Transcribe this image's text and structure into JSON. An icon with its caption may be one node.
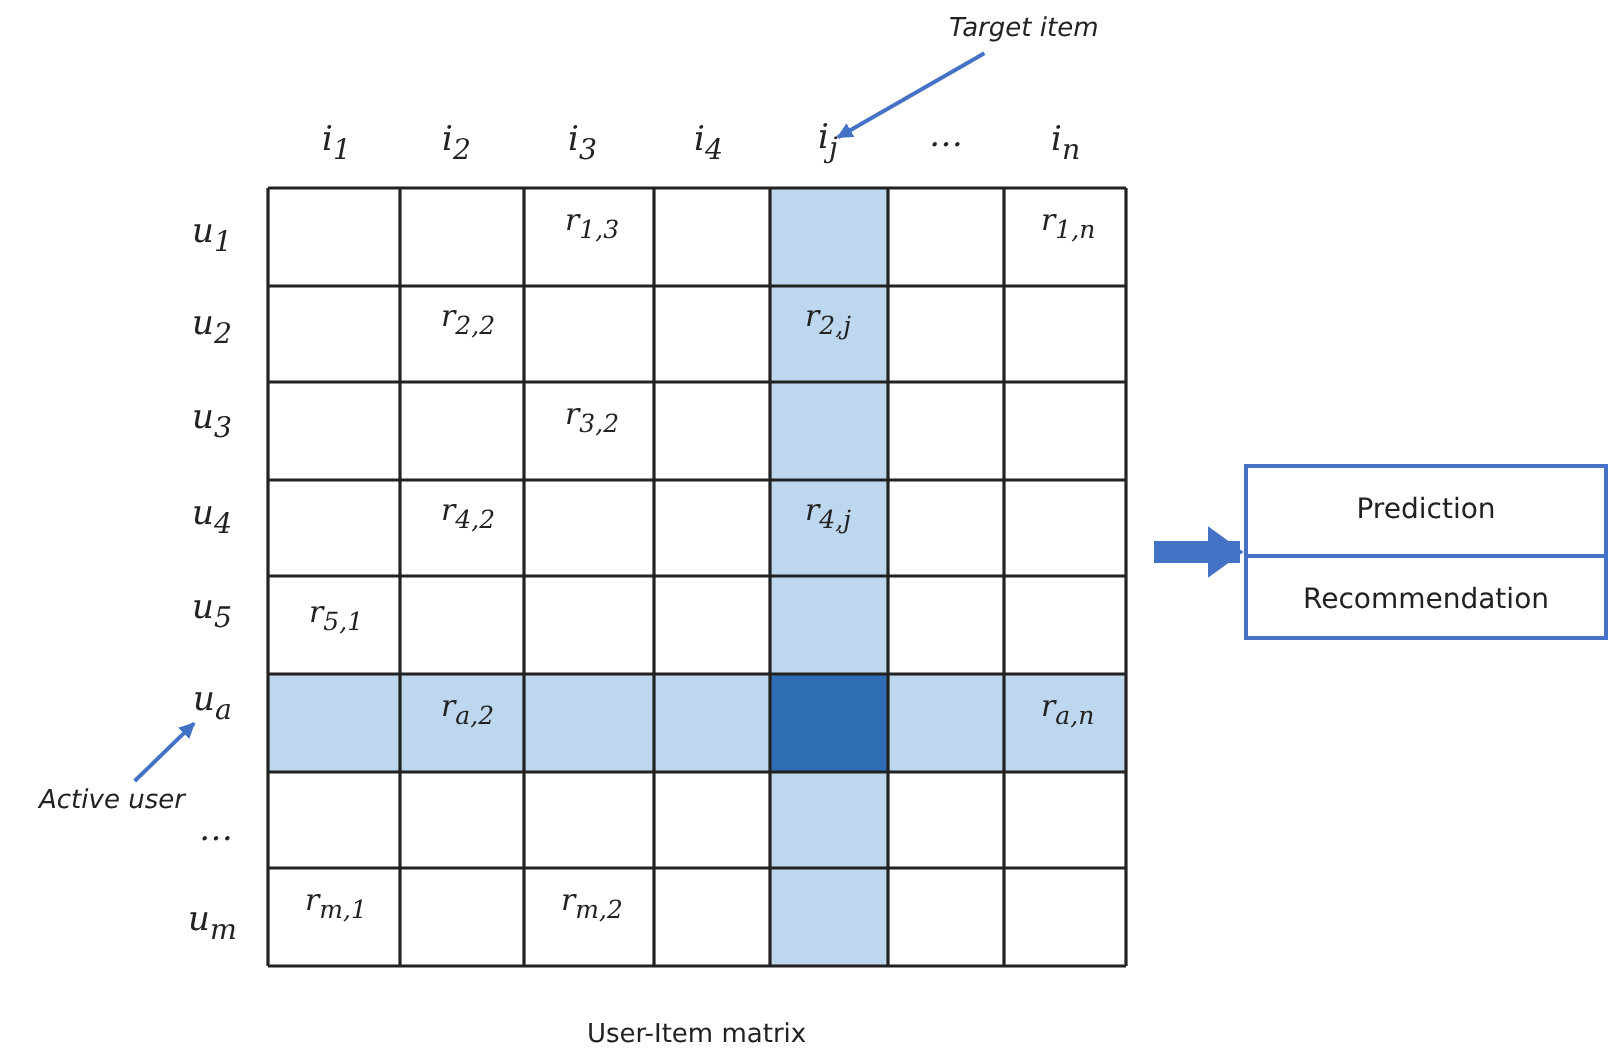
{
  "diagram": {
    "nodes": [
      {
        "text": [
          "Target item"
        ]
      },
      {
        "text": [
          "i$_{j}$"
        ]
      },
      {
        "text": [
          "Active user"
        ]
      },
      {
        "text": [
          "u$_{a}$"
        ]
      },
      {
        "text": [],
        "shape": "box",
        "beside": [
          "User-Item matrix"
        ]
      },
      {
        "text": [
          "Prediction",
          "Recommendation"
        ]
      }
    ],
    "edges": [
      {
        "from": 0,
        "to": 1,
        "arrow": "to"
      },
      {
        "from": 2,
        "to": 3,
        "arrow": "to"
      },
      {
        "from": 4,
        "to": 5,
        "arrow": "to",
        "style": "thick"
      }
    ],
    "labels": [
      "i$_{1}$",
      "i$_{2}$",
      "i$_{3}$",
      "i$_{4}$",
      "…",
      "i$_{n}$",
      "u$_{1}$",
      "u$_{2}$",
      "u$_{3}$",
      "u$_{4}$",
      "u$_{5}$",
      "…",
      "u$_{m}$",
      "r$_{1,3}$",
      "r$_{1,n}$",
      "r$_{2,2}$",
      "r$_{2,j}$",
      "r$_{3,2}$",
      "r$_{4,2}$",
      "r$_{4,j}$",
      "r$_{5,1}$",
      "r$_{a,2}$",
      "r$_{a,n}$",
      "r$_{m,1}$",
      "r$_{m,2}$"
    ]
  }
}
